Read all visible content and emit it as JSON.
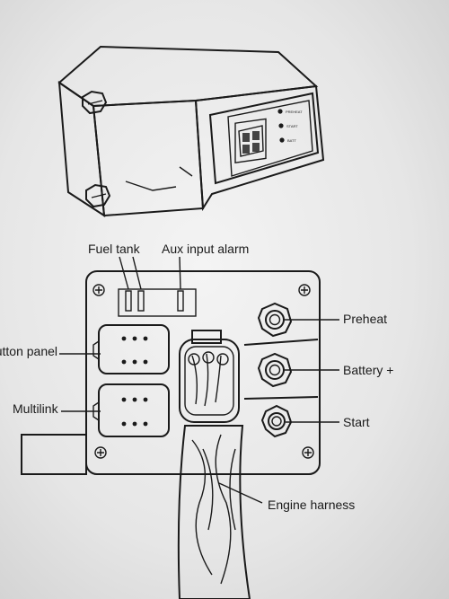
{
  "module_panel": {
    "indicators": [
      "PREHEAT",
      "START",
      "BATT"
    ]
  },
  "callouts": {
    "fuel_tank": "Fuel tank",
    "aux_input_alarm": "Aux input alarm",
    "button_panel": "Button panel",
    "multilink": "Multilink",
    "preheat": "Preheat",
    "battery_plus": "Battery +",
    "start": "Start",
    "engine_harness": "Engine harness"
  }
}
